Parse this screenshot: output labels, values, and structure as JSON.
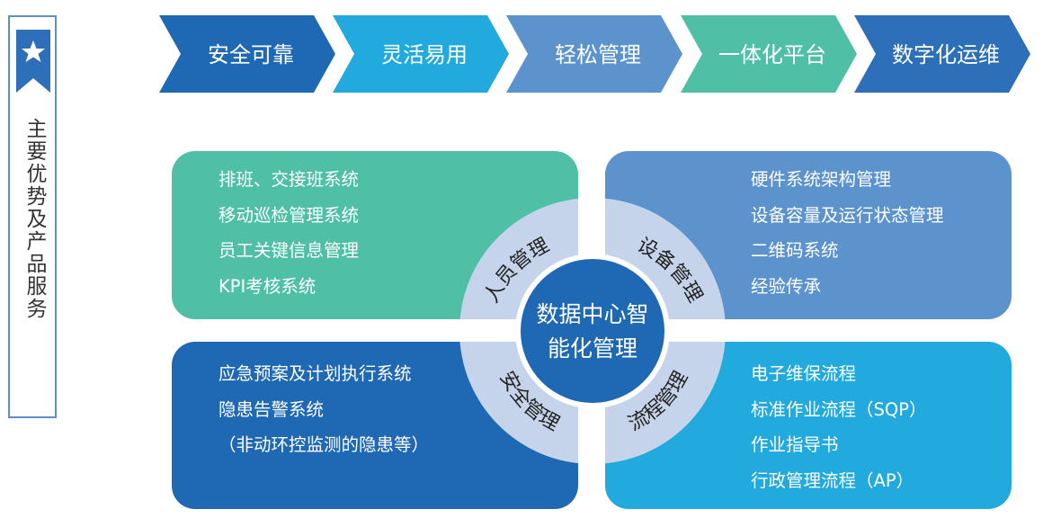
{
  "side": {
    "title": "主要优势及产品服务",
    "icon": "star-icon"
  },
  "banner": {
    "items": [
      {
        "label": "安全可靠",
        "color": "#1f68b3"
      },
      {
        "label": "灵活易用",
        "color": "#22a9dd"
      },
      {
        "label": "轻松管理",
        "color": "#5c93cd"
      },
      {
        "label": "一体化平台",
        "color": "#4fc0a6"
      },
      {
        "label": "数字化运维",
        "color": "#2d6fb9"
      }
    ]
  },
  "center": {
    "line1": "数据中心智",
    "line2": "能化管理",
    "ring": {
      "top_left": "人员管理",
      "top_right": "设备管理",
      "bottom_left": "安全管理",
      "bottom_right": "流程管理"
    }
  },
  "quadrants": {
    "top_left": [
      "排班、交接班系统",
      "移动巡检管理系统",
      "员工关键信息管理",
      "KPI考核系统"
    ],
    "top_right": [
      "硬件系统架构管理",
      "设备容量及运行状态管理",
      "二维码系统",
      "经验传承"
    ],
    "bottom_left": [
      "应急预案及计划执行系统",
      "隐患告警系统",
      "（非动环控监测的隐患等）"
    ],
    "bottom_right": [
      "电子维保流程",
      "标准作业流程（SQP）",
      "作业指导书",
      "行政管理流程（AP）"
    ]
  },
  "colors": {
    "green": "#4fc0a6",
    "steel_blue": "#5c93cd",
    "dark_blue": "#1f68b3",
    "sky_blue": "#22a9dd",
    "ring": "#c5d4ea",
    "hub": "#1f68b3"
  }
}
